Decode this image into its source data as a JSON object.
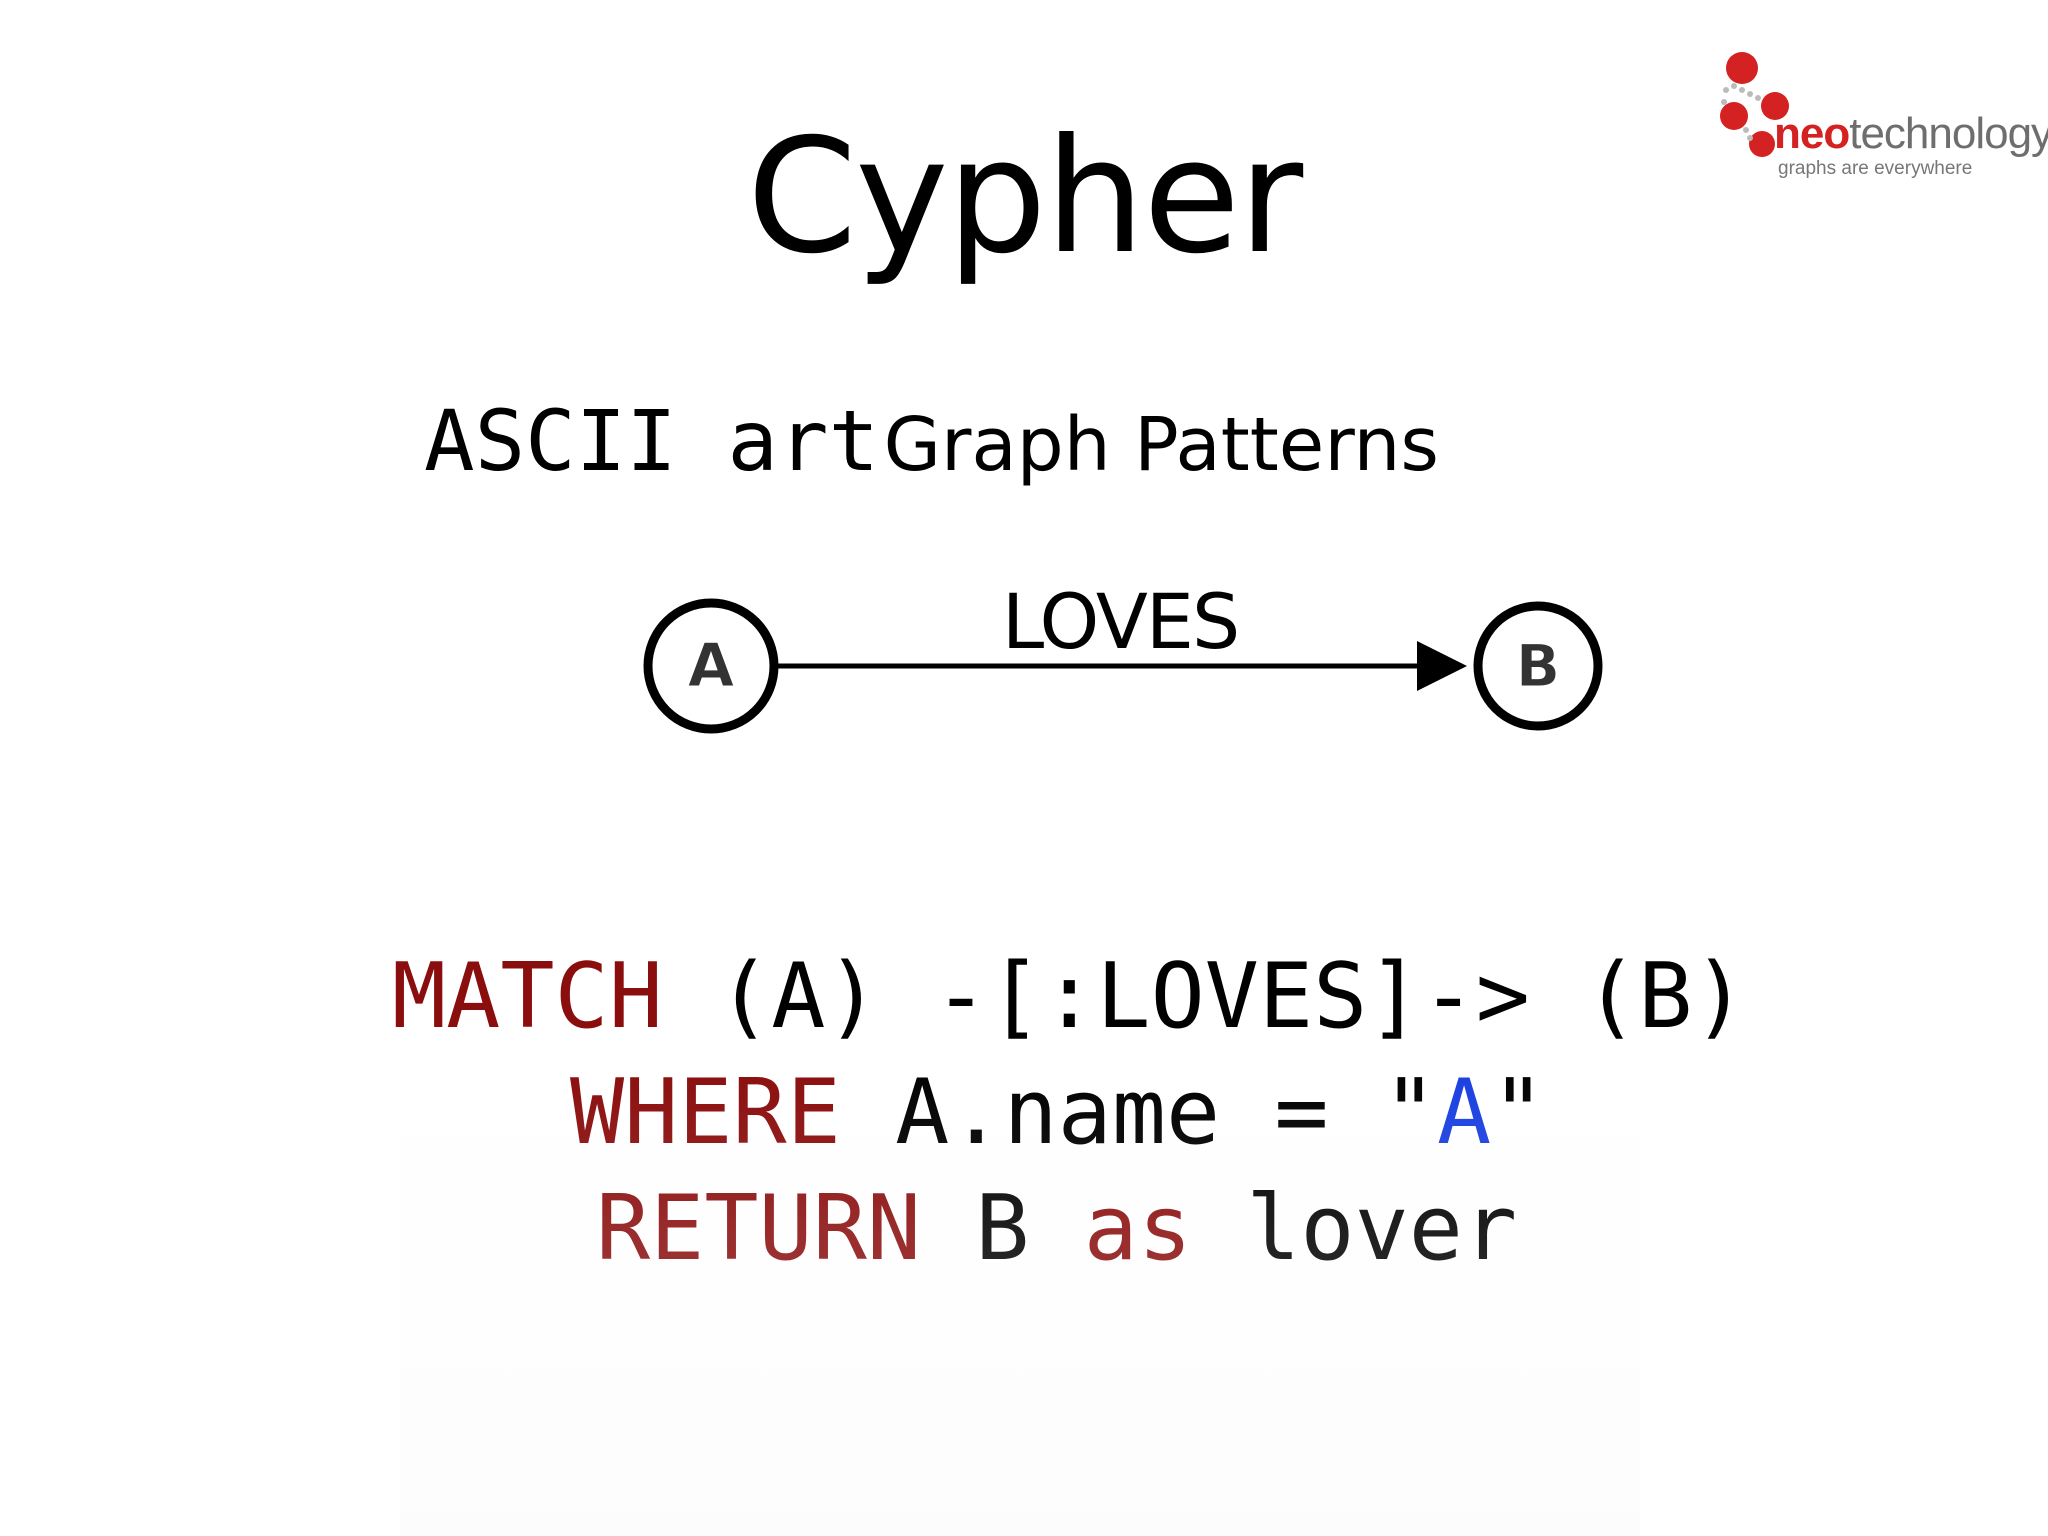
{
  "slide": {
    "title": "Cypher",
    "subtitle_mono": "ASCII art",
    "subtitle_sans": "Graph Patterns"
  },
  "logo": {
    "brand_neo": "neo",
    "brand_rest": "technology",
    "tagline": "graphs are everywhere",
    "colors": {
      "red": "#d42121",
      "gray": "#6e6e6e"
    }
  },
  "graph": {
    "node_a": "A",
    "node_b": "B",
    "relationship": "LOVES"
  },
  "code": {
    "line1": {
      "keyword": "MATCH",
      "rest": " (A) -[:LOVES]-> (B)"
    },
    "line2": {
      "keyword": "WHERE",
      "rest": " A.name = \"",
      "string": "A",
      "end": "\""
    },
    "line3": {
      "keyword": "RETURN",
      "mid": " B ",
      "keyword2": "as",
      "rest": " lover"
    },
    "colors": {
      "keyword": "#8b0e0e",
      "string": "#1a3fe0"
    }
  }
}
